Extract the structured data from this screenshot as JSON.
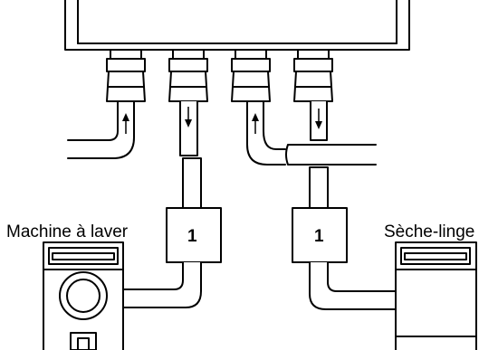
{
  "labels": {
    "washer": "Machine à laver",
    "dryer": "Sèche-linge",
    "module_left": "1",
    "module_right": "1"
  },
  "colors": {
    "line": "#000000",
    "fill": "#ffffff"
  },
  "connectors": [
    {
      "name": "connector-1",
      "flow": "up"
    },
    {
      "name": "connector-2",
      "flow": "down"
    },
    {
      "name": "connector-3",
      "flow": "up"
    },
    {
      "name": "connector-4",
      "flow": "down"
    }
  ]
}
